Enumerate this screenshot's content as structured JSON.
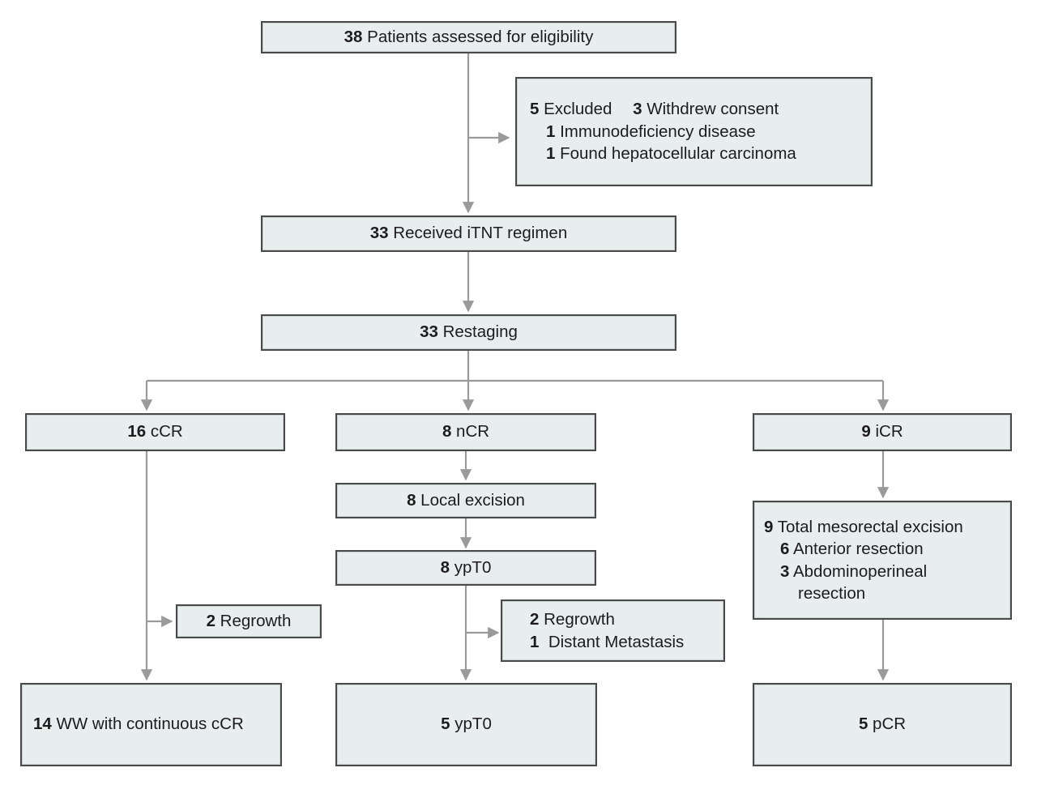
{
  "figure": {
    "type": "flow-diagram",
    "title": "CONSORT-style patient flow diagram for iTNT regimen",
    "colors": {
      "box_fill": "#e7eeed",
      "box_border": "#4a4a4a",
      "connector": "#9a9a9a",
      "text": "#1c1c1c",
      "background": "#ffffff"
    }
  },
  "nodes": {
    "assessed": {
      "num": "38",
      "label": "Patients assessed for eligibility"
    },
    "excluded": {
      "num": "5",
      "label": "Excluded",
      "sub": [
        {
          "num": "3",
          "label": "Withdrew consent"
        },
        {
          "num": "1",
          "label": "Immunodeficiency disease"
        },
        {
          "num": "1",
          "label": "Found hepatocellular carcinoma"
        }
      ]
    },
    "received": {
      "num": "33",
      "label": "Received iTNT regimen"
    },
    "restaging": {
      "num": "33",
      "label": "Restaging"
    },
    "ccr": {
      "num": "16",
      "label": "cCR"
    },
    "ncr": {
      "num": "8",
      "label": "nCR"
    },
    "icr": {
      "num": "9",
      "label": "iCR"
    },
    "local_excision": {
      "num": "8",
      "label": "Local excision"
    },
    "yp_t0_mid": {
      "num": "8",
      "label": "ypT0"
    },
    "tme": {
      "num": "9",
      "label": "Total mesorectal excision",
      "sub": [
        {
          "num": "6",
          "label": "Anterior resection"
        },
        {
          "num": "3",
          "label": "Abdominoperineal"
        },
        {
          "num": "",
          "label": "resection"
        }
      ]
    },
    "regrowth_left": {
      "num": "2",
      "label": "Regrowth"
    },
    "regrowth_mid": {
      "lines": [
        {
          "num": "2",
          "label": "Regrowth"
        },
        {
          "num": "1",
          "label": "Distant Metastasis"
        }
      ]
    },
    "ww_ccr": {
      "num": "14",
      "label": "WW with continuous cCR"
    },
    "yp_t0_bottom": {
      "num": "5",
      "label": "ypT0"
    },
    "pcr": {
      "num": "5",
      "label": "pCR"
    }
  }
}
